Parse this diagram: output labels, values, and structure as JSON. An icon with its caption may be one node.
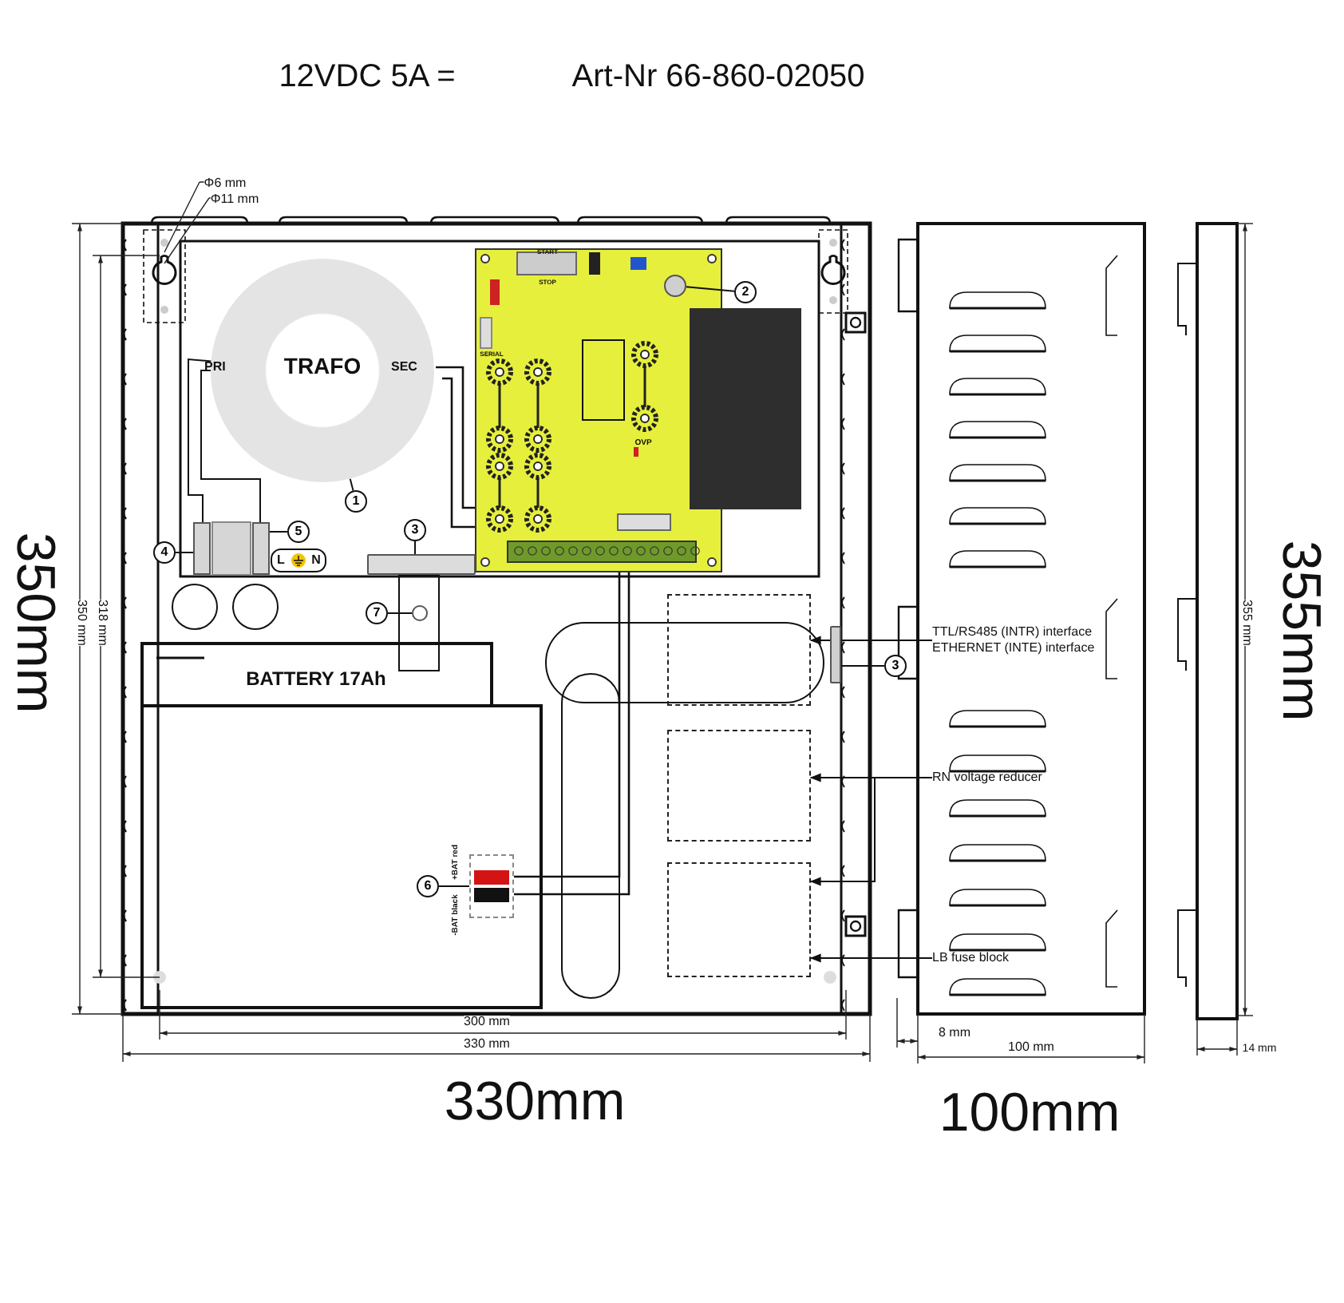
{
  "diagram": {
    "nodes": [
      {
        "text": [
          "PRI",
          "TRAFO",
          "SEC"
        ]
      },
      {
        "text": [
          "1"
        ]
      },
      {
        "text": [],
        "shape": "circle"
      },
      {
        "text": [
          "2"
        ]
      },
      {
        "text": [],
        "shape": "bar"
      },
      {
        "text": [
          "3"
        ]
      },
      {
        "text": [],
        "shape": "box"
      },
      {
        "text": [
          "4"
        ]
      },
      {
        "text": [],
        "shape": "box"
      },
      {
        "text": [
          "5"
        ]
      },
      {
        "text": [],
        "shape": "circle"
      },
      {
        "text": [
          "7"
        ]
      },
      {
        "text": [
          "BATTERY 17Ah"
        ]
      },
      {
        "text": [],
        "shape": "box",
        "in": 12
      },
      {
        "text": [
          "6"
        ],
        "in": 12
      },
      {
        "text": [],
        "shape": "bar"
      },
      {
        "text": [
          "3"
        ]
      },
      {
        "text": [],
        "shape": "box"
      },
      {
        "text": [],
        "shape": "box"
      },
      {
        "text": [],
        "shape": "box"
      },
      {
        "text": [
          "TTL/RS485 (INTR) interface",
          "ETHERNET (INTE) interface"
        ]
      },
      {
        "text": [
          "RN voltage reducer"
        ]
      },
      {
        "text": [
          "LB fuse block"
        ]
      }
    ],
    "edges": [
      {
        "from": 1,
        "to": 0,
        "arrow": "none"
      },
      {
        "from": 3,
        "to": 2,
        "arrow": "none"
      },
      {
        "from": 5,
        "to": 4,
        "arrow": "none"
      },
      {
        "from": 7,
        "to": 6,
        "arrow": "none"
      },
      {
        "from": 9,
        "to": 8,
        "arrow": "none"
      },
      {
        "from": 11,
        "to": 10,
        "arrow": "none"
      },
      {
        "from": 14,
        "to": 13,
        "arrow": "none"
      },
      {
        "from": 16,
        "to": 15,
        "arrow": "none"
      },
      {
        "from": 20,
        "to": 17,
        "arrow": "to"
      },
      {
        "from": 21,
        "to": 18,
        "arrow": "to"
      },
      {
        "from": 21,
        "to": 19,
        "arrow": "to"
      },
      {
        "from": 22,
        "to": 19,
        "arrow": "to"
      },
      {
        "from": 0,
        "to": 6,
        "arrow": "none"
      },
      {
        "from": 0,
        "to": 8,
        "arrow": "none"
      }
    ],
    "labels": [
      "12VDC 5A =",
      "Art-Nr 66-860-02050",
      "Φ6 mm",
      "Φ11 mm",
      "START",
      "STOP",
      "SERIAL",
      "OVP",
      "L",
      "N",
      "+BAT red",
      "-BAT black",
      "350mm",
      "350 mm",
      "318 mm",
      "355 mm",
      "355mm",
      "300 mm",
      "330 mm",
      "8 mm",
      "100 mm",
      "14 mm",
      "330mm",
      "100mm"
    ]
  }
}
